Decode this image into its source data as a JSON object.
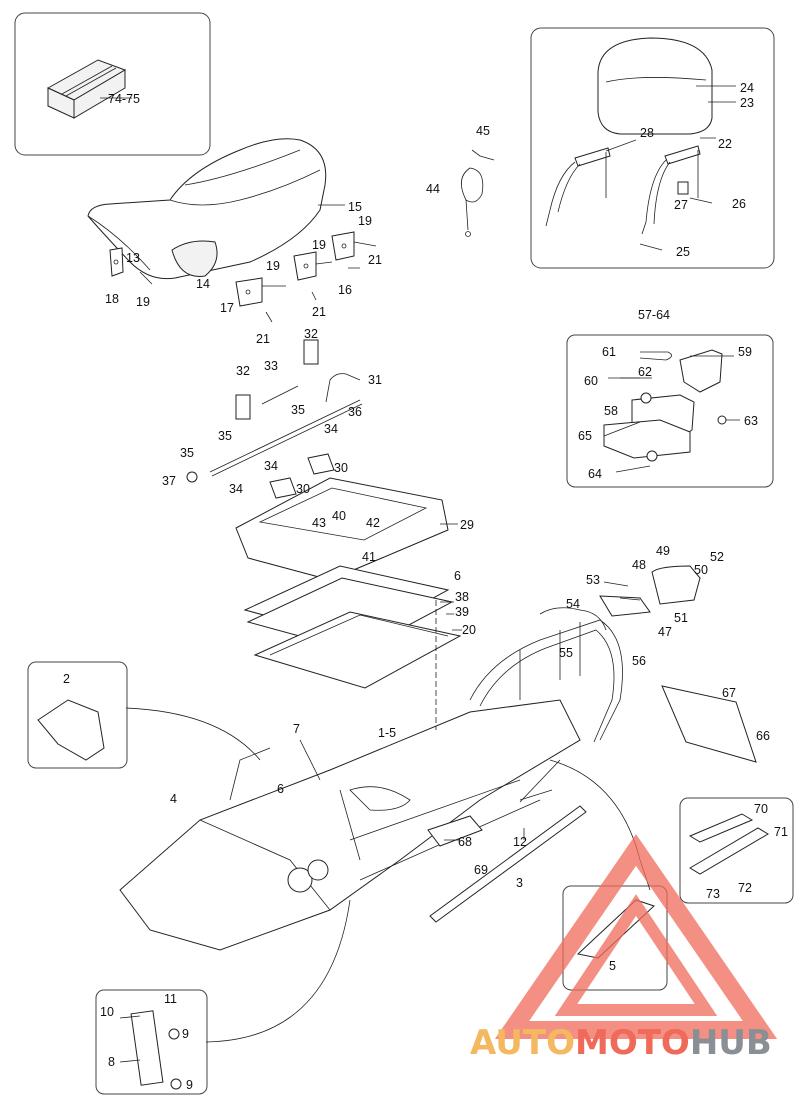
{
  "callouts": {
    "c74_75": "74-75",
    "c13": "13",
    "c14": "14",
    "c15": "15",
    "c16": "16",
    "c17": "17",
    "c18": "18",
    "c19a": "19",
    "c19b": "19",
    "c19c": "19",
    "c19d": "19",
    "c21a": "21",
    "c21b": "21",
    "c21c": "21",
    "c44": "44",
    "c45": "45",
    "c22": "22",
    "c23": "23",
    "c24": "24",
    "c25": "25",
    "c26": "26",
    "c27": "27",
    "c28": "28",
    "c57_64": "57-64",
    "c58": "58",
    "c59": "59",
    "c60": "60",
    "c61": "61",
    "c62": "62",
    "c63": "63",
    "c64": "64",
    "c65": "65",
    "c29": "29",
    "c30a": "30",
    "c30b": "30",
    "c31": "31",
    "c32a": "32",
    "c32b": "32",
    "c33": "33",
    "c34a": "34",
    "c34b": "34",
    "c34c": "34",
    "c35a": "35",
    "c35b": "35",
    "c35c": "35",
    "c36": "36",
    "c37": "37",
    "c38": "38",
    "c39": "39",
    "c20": "20",
    "c40": "40",
    "c41": "41",
    "c42": "42",
    "c43": "43",
    "c6a": "6",
    "c6b": "6",
    "c47": "47",
    "c48": "48",
    "c49": "49",
    "c50": "50",
    "c51": "51",
    "c52": "52",
    "c53": "53",
    "c54": "54",
    "c55": "55",
    "c56": "56",
    "c66": "66",
    "c67": "67",
    "c70": "70",
    "c71": "71",
    "c72": "72",
    "c73": "73",
    "c1_5": "1-5",
    "c2": "2",
    "c3": "3",
    "c4": "4",
    "c5": "5",
    "c7": "7",
    "c8": "8",
    "c9a": "9",
    "c9b": "9",
    "c10": "10",
    "c11": "11",
    "c12": "12",
    "c68": "68",
    "c69": "69"
  },
  "watermark": {
    "part1": "AUTO",
    "part2": "MOTO",
    "part3": "HUB",
    "color1": "#f4b860",
    "color2": "#f06a5a",
    "color3": "#8a8f96"
  }
}
